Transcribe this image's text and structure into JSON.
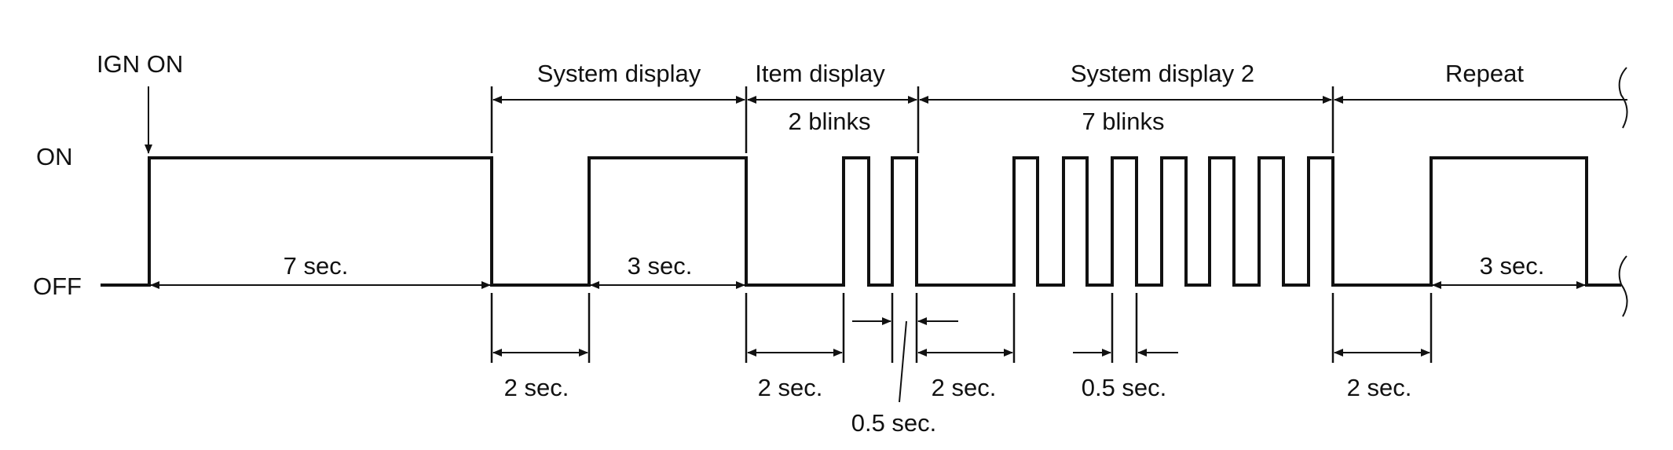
{
  "labels": {
    "ign_on": "IGN ON",
    "on": "ON",
    "off": "OFF"
  },
  "sections": {
    "system_display": "System display",
    "item_display": "Item display",
    "system_display_2": "System display 2",
    "repeat": "Repeat"
  },
  "blink_counts": {
    "item_display": "2 blinks",
    "system_display_2": "7 blinks"
  },
  "durations": {
    "initial_on": "7 sec.",
    "system_off": "2 sec.",
    "system_on": "3 sec.",
    "item_off": "2 sec.",
    "item_blink": "0.5 sec.",
    "system2_off": "2 sec.",
    "system2_blink": "0.5 sec.",
    "repeat_off": "2 sec.",
    "repeat_on": "3 sec."
  },
  "colors": {
    "ink": "#111111",
    "background": "#ffffff"
  }
}
